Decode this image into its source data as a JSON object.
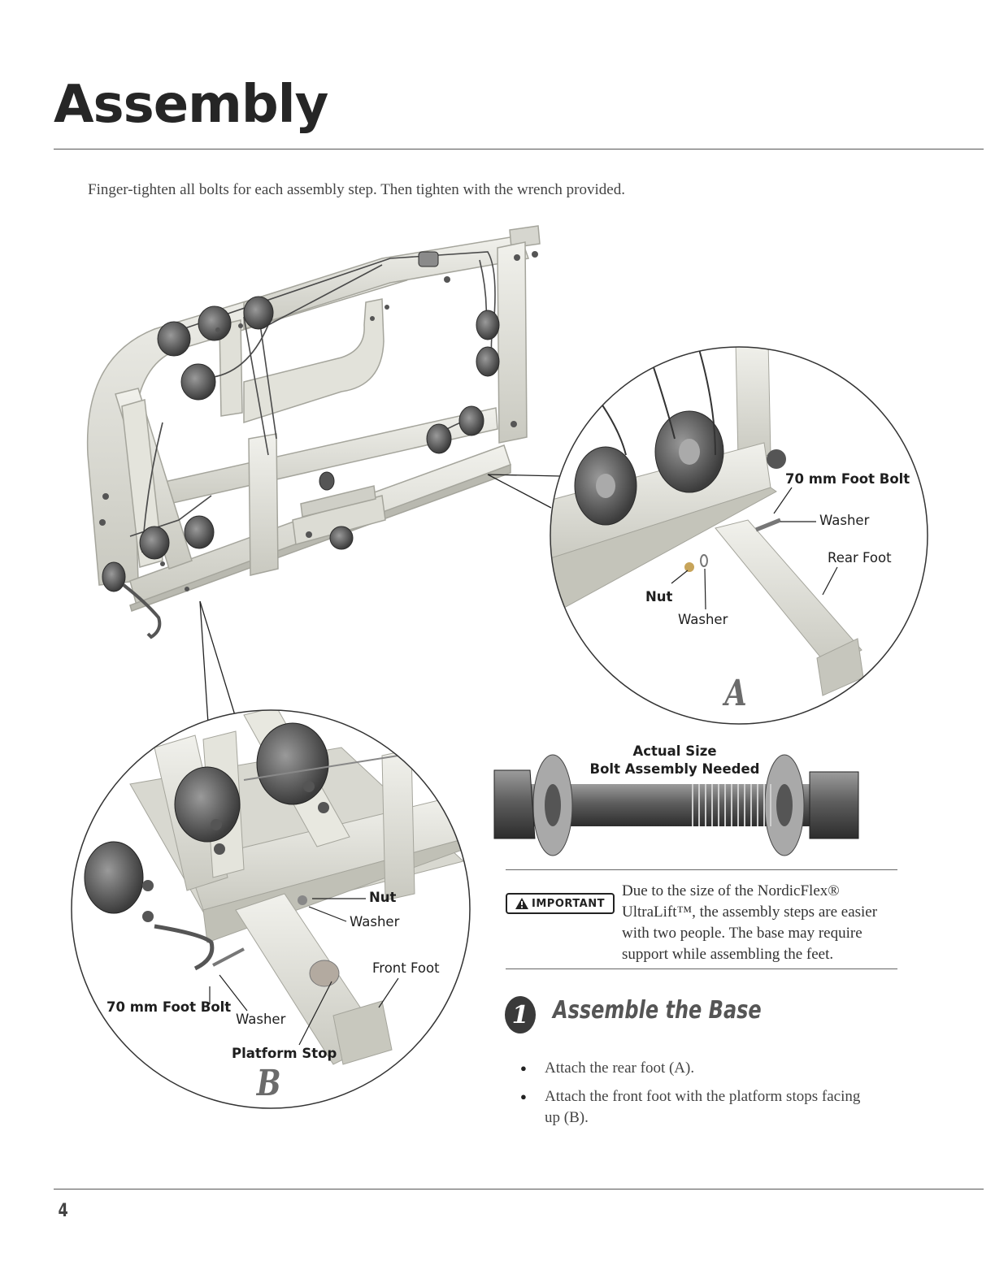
{
  "page": {
    "title": "Assembly",
    "intro": "Finger-tighten all bolts for each assembly step. Then tighten with the wrench provided.",
    "page_number": "4"
  },
  "detail_a": {
    "letter": "A",
    "labels": {
      "foot_bolt": "70 mm Foot Bolt",
      "washer_top": "Washer",
      "rear_foot": "Rear Foot",
      "nut": "Nut",
      "washer_bottom": "Washer"
    }
  },
  "detail_b": {
    "letter": "B",
    "labels": {
      "nut": "Nut",
      "washer_top": "Washer",
      "front_foot": "Front Foot",
      "foot_bolt": "70 mm Foot Bolt",
      "washer_bottom": "Washer",
      "platform_stop": "Platform Stop"
    }
  },
  "bolt_assembly": {
    "line1": "Actual Size",
    "line2": "Bolt Assembly Needed"
  },
  "important": {
    "badge": "IMPORTANT",
    "badge_icon": "warning-triangle-icon",
    "text": "Due to the size of the NordicFlex® UltraLift™, the assembly steps are easier with two people. The base may require support while assembling the feet."
  },
  "step": {
    "number": "1",
    "title": "Assemble the Base",
    "items": [
      "Attach the rear foot (A).",
      "Attach the front foot with the platform stops facing up (B)."
    ]
  },
  "colors": {
    "frame": "#e7e7e0",
    "frame_shadow": "#b9b9b0",
    "pulley": "#5a5a5a",
    "cable": "#444444",
    "text": "#222222"
  }
}
